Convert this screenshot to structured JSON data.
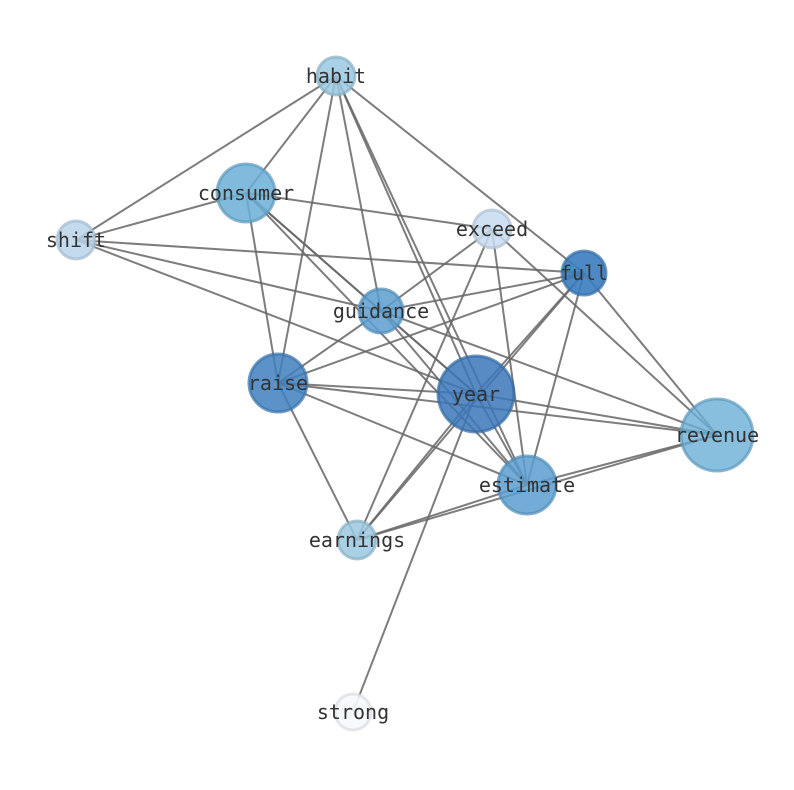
{
  "graph": {
    "nodes": [
      {
        "id": "habit",
        "label": "habit",
        "color": "#9ac8e0",
        "opacity": 0.85,
        "size": 1
      },
      {
        "id": "consumer",
        "label": "consumer",
        "color": "#6aaed6",
        "opacity": 0.85,
        "size": 3
      },
      {
        "id": "shift",
        "label": "shift",
        "color": "#b8d5ea",
        "opacity": 0.85,
        "size": 1
      },
      {
        "id": "exceed",
        "label": "exceed",
        "color": "#c6dbef",
        "opacity": 0.85,
        "size": 1
      },
      {
        "id": "full",
        "label": "full",
        "color": "#3a7dbf",
        "opacity": 0.9,
        "size": 2
      },
      {
        "id": "guidance",
        "label": "guidance",
        "color": "#5b9fd0",
        "opacity": 0.85,
        "size": 2
      },
      {
        "id": "raise",
        "label": "raise",
        "color": "#3e80c0",
        "opacity": 0.85,
        "size": 3
      },
      {
        "id": "year",
        "label": "year",
        "color": "#3b77b8",
        "opacity": 0.85,
        "size": 6
      },
      {
        "id": "revenue",
        "label": "revenue",
        "color": "#6aaed6",
        "opacity": 0.8,
        "size": 5
      },
      {
        "id": "estimate",
        "label": "estimate",
        "color": "#5b9fd0",
        "opacity": 0.85,
        "size": 3
      },
      {
        "id": "earnings",
        "label": "earnings",
        "color": "#9ac8e0",
        "opacity": 0.85,
        "size": 1
      },
      {
        "id": "strong",
        "label": "strong",
        "color": "#f5f9fd",
        "opacity": 0.9,
        "size": 0
      }
    ],
    "edges": [
      [
        "habit",
        "shift"
      ],
      [
        "habit",
        "consumer"
      ],
      [
        "habit",
        "raise"
      ],
      [
        "habit",
        "guidance"
      ],
      [
        "habit",
        "estimate"
      ],
      [
        "habit",
        "full"
      ],
      [
        "habit",
        "year"
      ],
      [
        "consumer",
        "shift"
      ],
      [
        "consumer",
        "exceed"
      ],
      [
        "consumer",
        "raise"
      ],
      [
        "consumer",
        "year"
      ],
      [
        "consumer",
        "estimate"
      ],
      [
        "consumer",
        "guidance"
      ],
      [
        "shift",
        "full"
      ],
      [
        "shift",
        "guidance"
      ],
      [
        "shift",
        "year"
      ],
      [
        "exceed",
        "guidance"
      ],
      [
        "exceed",
        "earnings"
      ],
      [
        "exceed",
        "estimate"
      ],
      [
        "exceed",
        "revenue"
      ],
      [
        "full",
        "guidance"
      ],
      [
        "full",
        "raise"
      ],
      [
        "full",
        "year"
      ],
      [
        "full",
        "earnings"
      ],
      [
        "full",
        "estimate"
      ],
      [
        "full",
        "revenue"
      ],
      [
        "guidance",
        "raise"
      ],
      [
        "guidance",
        "estimate"
      ],
      [
        "guidance",
        "revenue"
      ],
      [
        "guidance",
        "year"
      ],
      [
        "raise",
        "year"
      ],
      [
        "raise",
        "revenue"
      ],
      [
        "raise",
        "estimate"
      ],
      [
        "raise",
        "earnings"
      ],
      [
        "year",
        "revenue"
      ],
      [
        "year",
        "estimate"
      ],
      [
        "year",
        "earnings"
      ],
      [
        "year",
        "strong"
      ],
      [
        "estimate",
        "revenue"
      ],
      [
        "estimate",
        "earnings"
      ],
      [
        "earnings",
        "revenue"
      ]
    ]
  }
}
